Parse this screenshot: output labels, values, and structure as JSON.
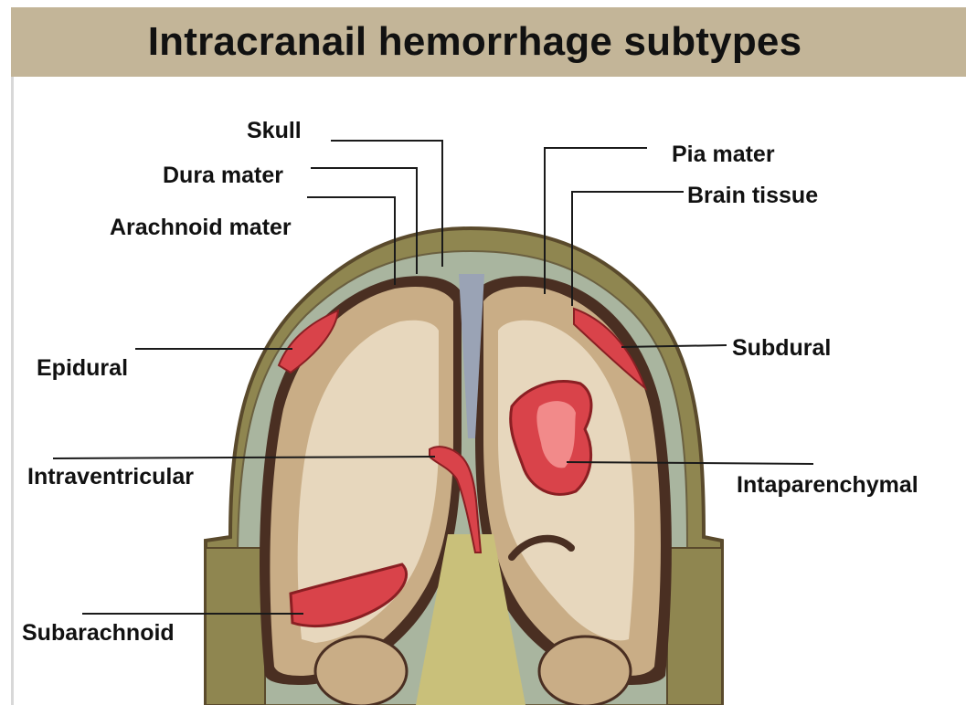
{
  "title": "Intracranail  hemorrhage subtypes",
  "labels": {
    "skull": "Skull",
    "dura_mater": "Dura mater",
    "arachnoid_mater": "Arachnoid mater",
    "pia_mater": "Pia mater",
    "brain_tissue": "Brain tissue",
    "epidural": "Epidural",
    "subdural": "Subdural",
    "intraventricular": "Intraventricular",
    "intraparenchymal": "Intaparenchymal",
    "subarachnoid": "Subarachnoid"
  },
  "colors": {
    "title_bar": "#c3b598",
    "skull": "#8f8650",
    "scalp_outline": "#5a4a2c",
    "csf_space": "#a9b59f",
    "brain_tissue": "#c9ad86",
    "white_matter": "#e7d7bd",
    "dark_border": "#4a2f22",
    "blood": "#d9434a",
    "blood_light": "#f28a8a",
    "blood_dark": "#8a1f23",
    "ventricle_gray": "#9aa3b5"
  }
}
